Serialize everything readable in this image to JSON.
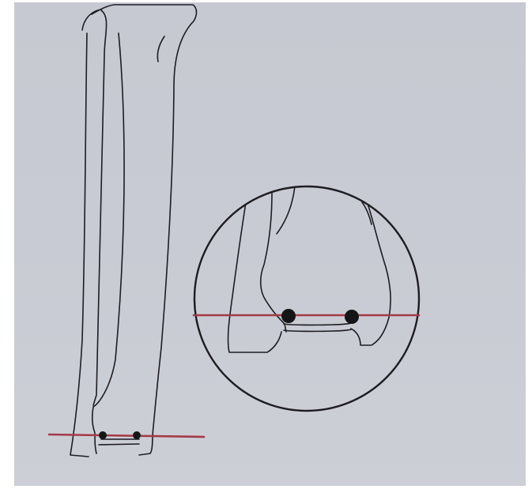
{
  "figure": {
    "subject": "tibia-fibula-ankle-alignment",
    "colors": {
      "background": "#ffffff",
      "paper": "#c9cbd4",
      "ink": "#1d1d22",
      "reference_line": "#a23a45",
      "landmark_dot": "#151515"
    },
    "parts": [
      "paper-sheet",
      "fibula-outline",
      "tibia-outline",
      "distal-joint-line",
      "ankle-reference-line",
      "ankle-landmark-lateral",
      "ankle-landmark-medial",
      "magnifier-circle",
      "magnified-ankle-outline",
      "magnified-reference-line",
      "magnified-landmark-lateral",
      "magnified-landmark-medial"
    ]
  }
}
